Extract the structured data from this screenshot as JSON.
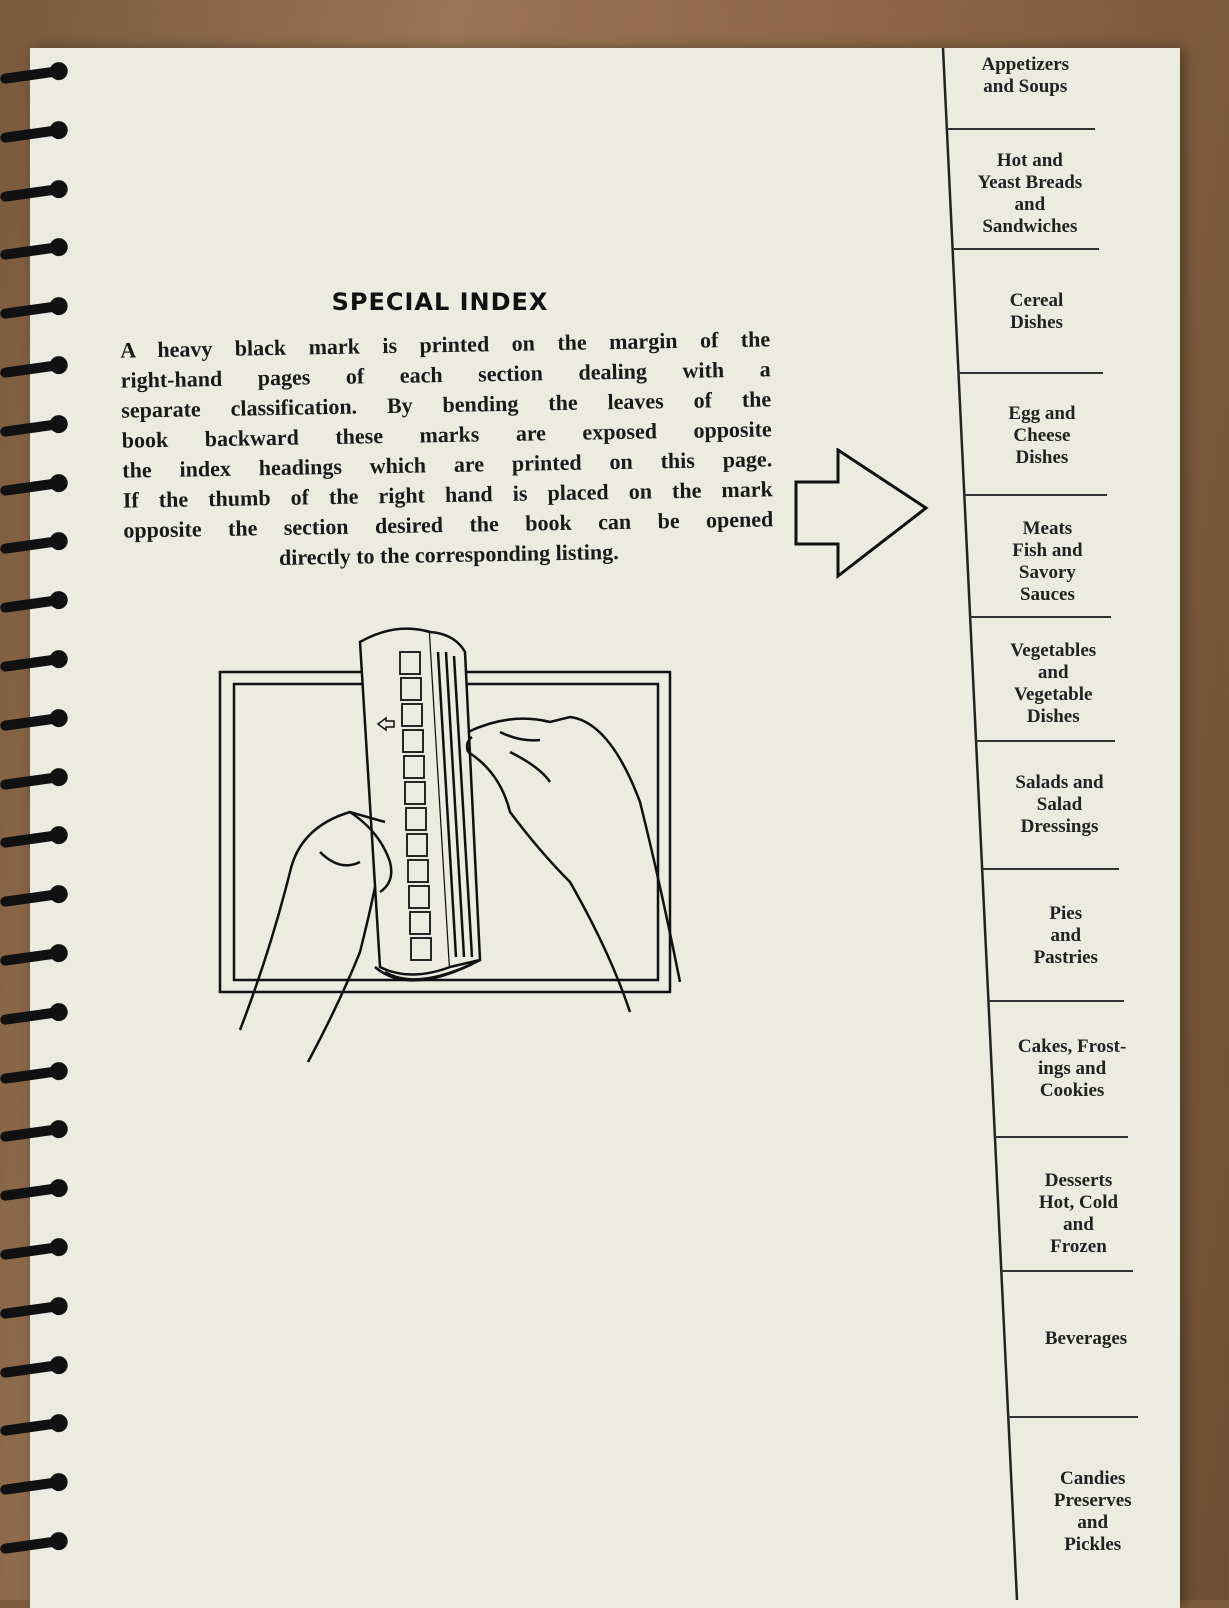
{
  "special_index": {
    "title": "SPECIAL INDEX",
    "lines": [
      "A heavy black mark is printed on the margin of the",
      "right-hand pages of each section dealing with a",
      "separate classification.  By bending the leaves of the",
      "book backward these marks are exposed opposite",
      "the index headings which are printed on this page.",
      "If the thumb of the right hand is placed on the mark",
      "opposite the section desired the book can be opened"
    ],
    "last_line": "directly to the corresponding listing."
  },
  "tabs": [
    "Appetizers\nand Soups",
    "Hot and\nYeast Breads\nand\nSandwiches",
    "Cereal\nDishes",
    "Egg and\nCheese\nDishes",
    "Meats\nFish and\nSavory\nSauces",
    "Vegetables\nand\nVegetable\nDishes",
    "Salads and\nSalad\nDressings",
    "Pies\nand\nPastries",
    "Cakes, Frost-\nings and\nCookies",
    "Desserts\nHot, Cold\nand\nFrozen",
    "Beverages",
    "Candies\nPreserves\nand\nPickles"
  ]
}
